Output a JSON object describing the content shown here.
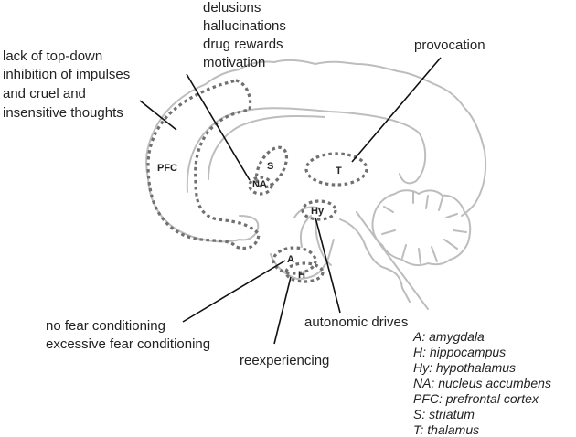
{
  "annotations": {
    "reward": [
      "delusions",
      "hallucinations",
      "drug rewards",
      "motivation"
    ],
    "pfc": [
      "lack of top-down",
      "inhibition of impulses",
      "and cruel and",
      "insensitive thoughts"
    ],
    "thalamus": [
      "provocation"
    ],
    "amygdala": [
      "no fear conditioning",
      "excessive fear conditioning"
    ],
    "hippocampus": [
      "reexperiencing"
    ],
    "hypothalamus": [
      "autonomic drives"
    ]
  },
  "region_labels": {
    "pfc": "PFC",
    "s": "S",
    "na": "NA",
    "t": "T",
    "hy": "Hy",
    "a": "A",
    "h": "H"
  },
  "legend": [
    "A: amygdala",
    "H: hippocampus",
    "Hy: hypothalamus",
    "NA: nucleus accumbens",
    "PFC: prefrontal cortex",
    "S: striatum",
    "T: thalamus"
  ],
  "colors": {
    "outline": "#bdbdbd",
    "regions": "#707070",
    "pointers": "#111111"
  }
}
